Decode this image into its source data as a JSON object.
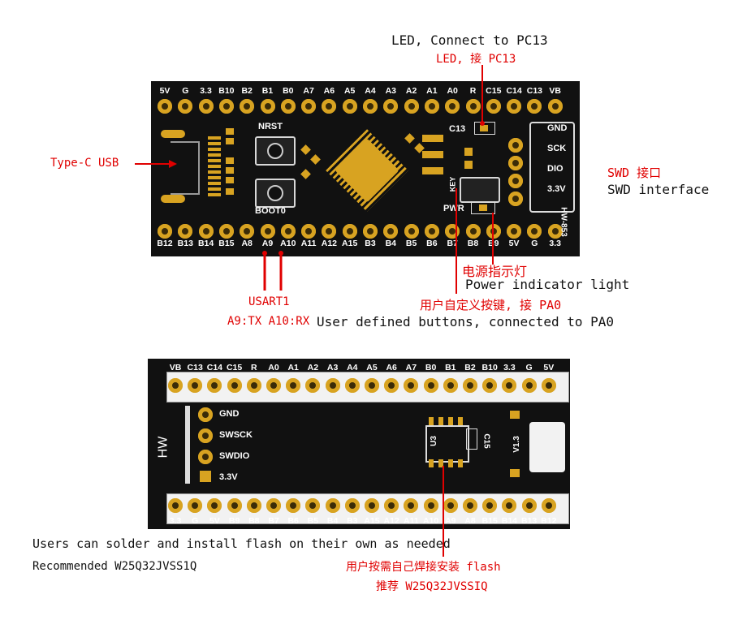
{
  "top_board": {
    "top_pins": [
      "5V",
      "G",
      "3.3",
      "B10",
      "B2",
      "B1",
      "B0",
      "A7",
      "A6",
      "A5",
      "A4",
      "A3",
      "A2",
      "A1",
      "A0",
      "R",
      "C15",
      "C14",
      "C13",
      "VB"
    ],
    "bottom_pins": [
      "B12",
      "B13",
      "B14",
      "B15",
      "A8",
      "A9",
      "A10",
      "A11",
      "A12",
      "A15",
      "B3",
      "B4",
      "B5",
      "B6",
      "B7",
      "B8",
      "B9",
      "5V",
      "G",
      "3.3"
    ],
    "silk_nrst": "NRST",
    "silk_boot0": "BOOT0",
    "silk_key": "KEY",
    "silk_pwr": "PWR",
    "silk_c13": "C13",
    "silk_model": "HW-853",
    "swd_labels": [
      "GND",
      "SCK",
      "DIO",
      "3.3V"
    ]
  },
  "bottom_board": {
    "top_pins": [
      "VB",
      "C13",
      "C14",
      "C15",
      "R",
      "A0",
      "A1",
      "A2",
      "A3",
      "A4",
      "A5",
      "A6",
      "A7",
      "B0",
      "B1",
      "B2",
      "B10",
      "3.3",
      "G",
      "5V"
    ],
    "bottom_pins": [
      "3.3",
      "G",
      "5V",
      "B9",
      "B8",
      "B7",
      "B6",
      "B5",
      "B4",
      "B3",
      "A15",
      "A12",
      "A11",
      "A10",
      "A9",
      "A8",
      "B15",
      "B14",
      "B13",
      "B12"
    ],
    "swd_labels": [
      "GND",
      "SWSCK",
      "SWDIO",
      "3.3V"
    ],
    "silk_hw": "HW",
    "silk_u3": "U3",
    "silk_c15": "C15",
    "silk_v13": "V1.3"
  },
  "annotations": {
    "led_en": "LED,  Connect to PC13",
    "led_cn": "LED, 接 PC13",
    "typec": "Type-C USB",
    "swd_cn": "SWD 接口",
    "swd_en": "SWD interface",
    "power_cn": "电源指示灯",
    "power_en": "Power indicator light",
    "user_btn_cn": "用户自定义按键, 接 PA0",
    "user_btn_en": "User defined buttons, connected to PA0",
    "usart_1": "USART1",
    "usart_2": "A9:TX  A10:RX",
    "flash_en_1": "Users can solder and install flash on their own as needed",
    "flash_en_2": "Recommended W25Q32JVSS1Q",
    "flash_cn_1": "用户按需自己焊接安装 flash",
    "flash_cn_2": "推荐 W25Q32JVSSIQ"
  },
  "colors": {
    "annotation_red": "#e00000",
    "pad_gold": "#d8a321",
    "board_black": "#111111"
  }
}
